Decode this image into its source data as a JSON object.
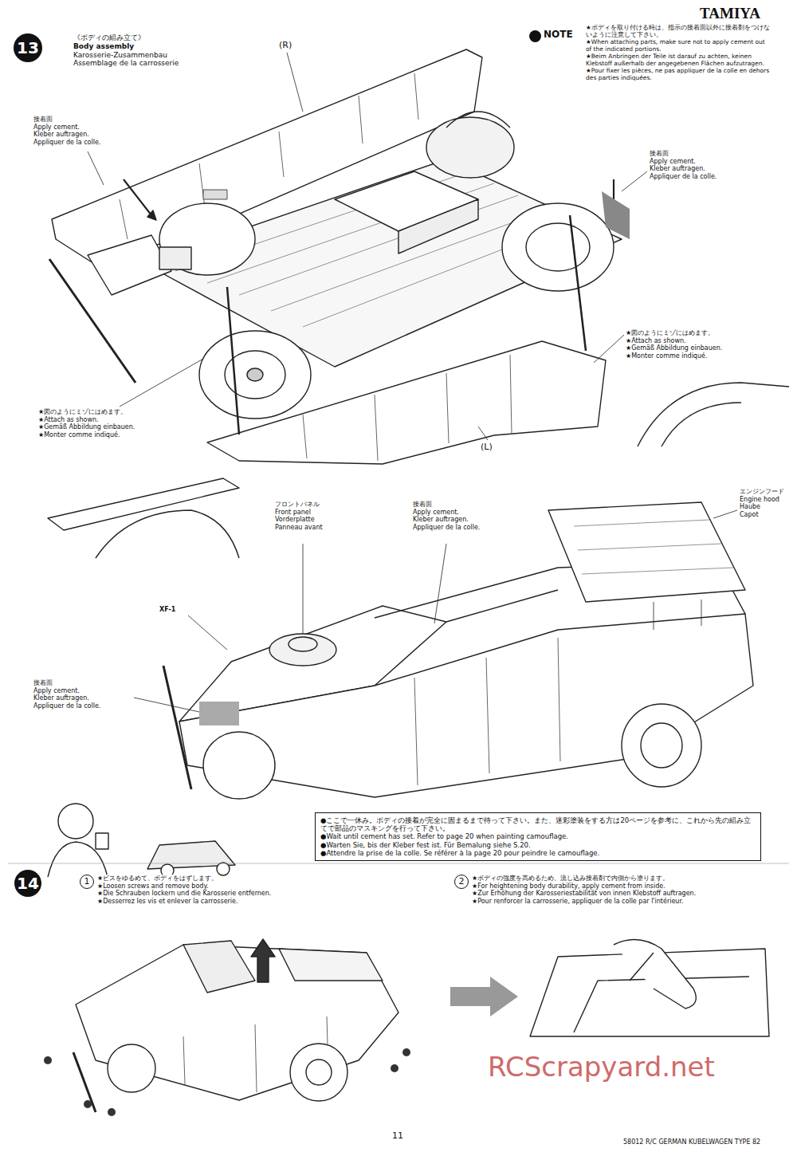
{
  "diagram": {
    "nodes": [
      {
        "text": [
          "13"
        ]
      },
      {
        "text": [
          "●ここで一休み。ボディの接着が完全に固まるまで待って下さい。また、迷彩塗装をする方は20ページを参考に、これから先の組み立てで部品のマスキングを行って下さい。",
          "●Wait until cement has set. Refer to page 20 when painting camouflage.",
          "●Warten Sie, bis der Kleber fest ist. Für Bemalung siehe S.20.",
          "●Attendre la prise de la colle. Se référer à la page 20 pour peindre le camouflage."
        ]
      },
      {
        "text": [
          "14"
        ]
      },
      {
        "text": [
          "1"
        ]
      },
      {
        "text": [
          "2"
        ]
      }
    ],
    "labels": [
      "TAMIYA",
      "《ボディの組み立て》",
      "Body assembly",
      "Karosserie-Zusammenbau",
      "Assemblage de la carrosserie",
      "(R)",
      "NOTE",
      "★ボディを取り付ける時は、指示の接着面以外に接着剤をつけないように注意して下さい。",
      "★When attaching parts, make sure not to apply cement out of the indicated portions.",
      "★Beim Anbringen der Teile ist darauf zu achten, keinen Klebstoff außerhalb der angegebenen Flächen aufzutragen.",
      "★Pour fixer les pièces, ne pas appliquer de la colle en dehors des parties indiquées.",
      "接着面",
      "Apply cement.",
      "Kleber auftragen.",
      "Appliquer de la colle.",
      "接着面",
      "Apply cement.",
      "Kleber auftragen.",
      "Appliquer de la colle.",
      "★図のようにミゾにはめます。",
      "★Attach as shown.",
      "★Gemäß Abbildung einbauen.",
      "★Monter comme indiqué.",
      "★図のようにミゾにはめます。",
      "★Attach as shown.",
      "★Gemäß Abbildung einbauen.",
      "★Monter comme indiqué.",
      "(L)",
      "フロントパネル",
      "Front panel",
      "Vorderplatte",
      "Panneau avant",
      "接着面",
      "Apply cement.",
      "Kleber auftragen.",
      "Appliquer de la colle.",
      "エンジンフード",
      "Engine hood",
      "Haube",
      "Capot",
      "XF-1",
      "接着面",
      "Apply cement.",
      "Kleber auftragen.",
      "Appliquer de la colle.",
      "★ビスをゆるめて、ボディをはずします。",
      "★Loosen screws and remove body.",
      "★Die Schrauben lockern und die Karosserie entfernen.",
      "★Desserrez les vis et enlever la carrosserie.",
      "★ボディの強度を高めるため、流し込み接着剤で内側から塗ります。",
      "★For heightening body durability, apply cement from inside.",
      "★Zur Erhöhung der Karosseriestabilität von innen Klebstoff auftragen.",
      "★Pour renforcer la carrosserie, appliquer de la colle par l'intérieur.",
      "11",
      "58012 R/C GERMAN KUBELWAGEN TYPE 82",
      "RCScrapyard.net"
    ]
  }
}
